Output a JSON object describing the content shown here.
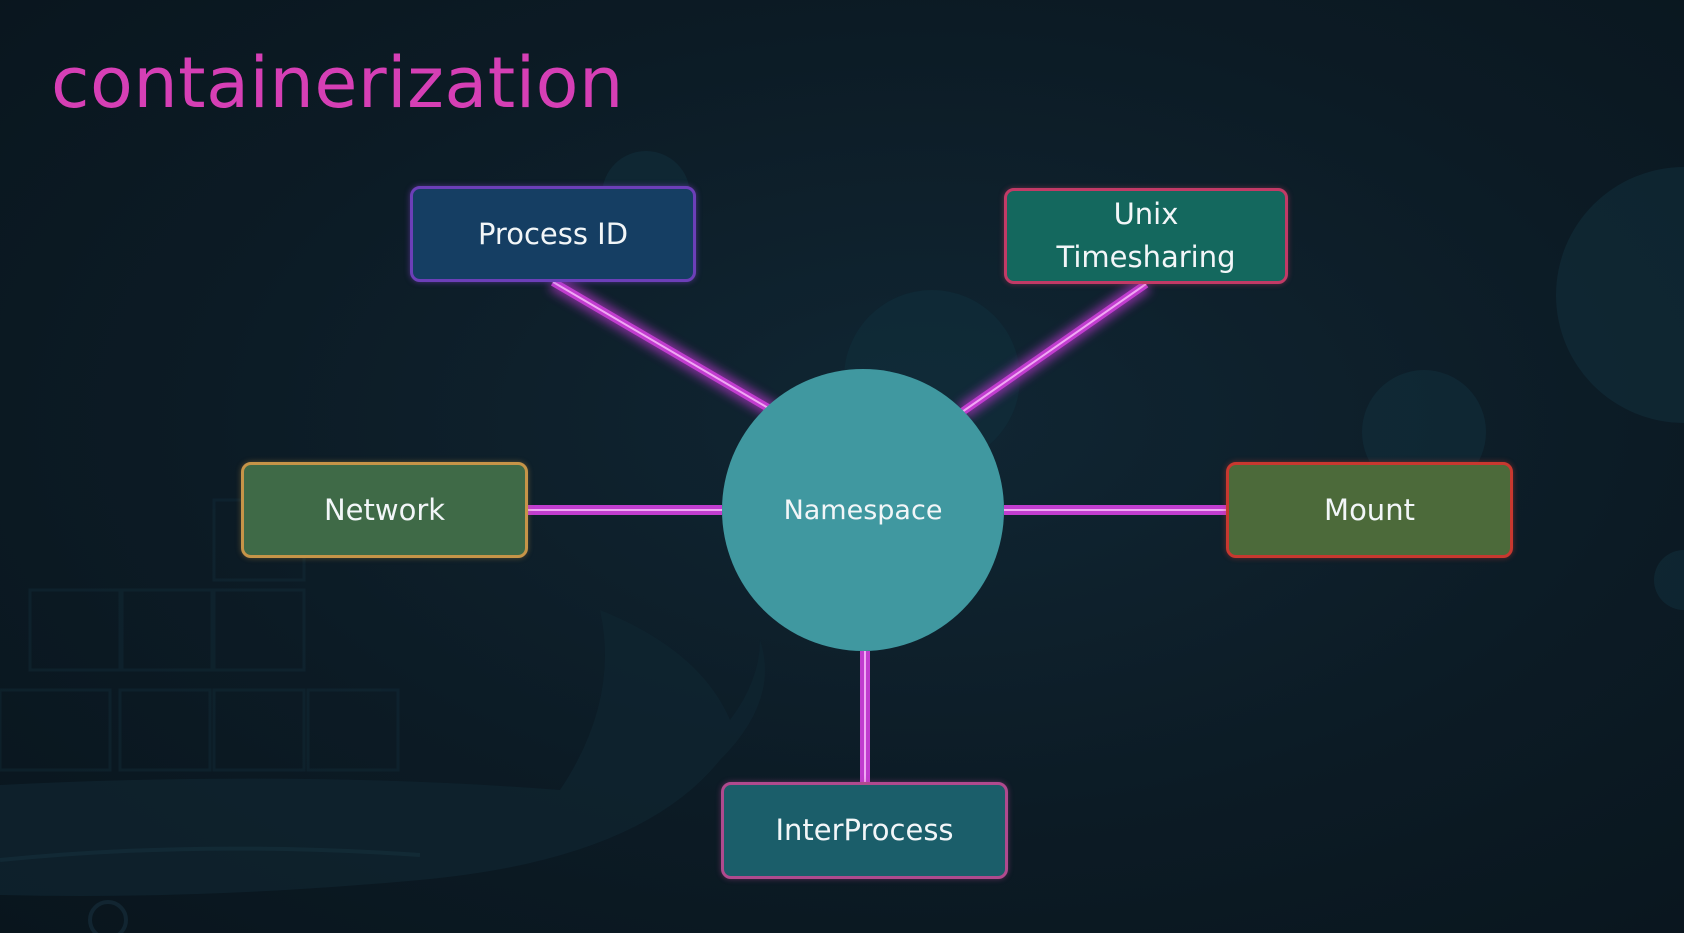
{
  "slide": {
    "title": "containerization"
  },
  "diagram": {
    "center": {
      "label": "Namespace"
    },
    "nodes": [
      {
        "id": "process-id",
        "label": "Process ID"
      },
      {
        "id": "unix-timesharing",
        "label": "Unix\nTimesharing"
      },
      {
        "id": "network",
        "label": "Network"
      },
      {
        "id": "mount",
        "label": "Mount"
      },
      {
        "id": "interprocess",
        "label": "InterProcess"
      }
    ]
  },
  "colors": {
    "title": "#d63fb5",
    "connector": "#c13dcf",
    "connector_core": "#f0a8f4",
    "background": "#0c1b25",
    "namespace_fill": "#4098a0",
    "process_id_fill": "#153e63",
    "unix_fill": "#14685e",
    "network_fill": "#3f6a47",
    "mount_fill": "#4c6a3a",
    "interprocess_fill": "#1b5e6a"
  }
}
